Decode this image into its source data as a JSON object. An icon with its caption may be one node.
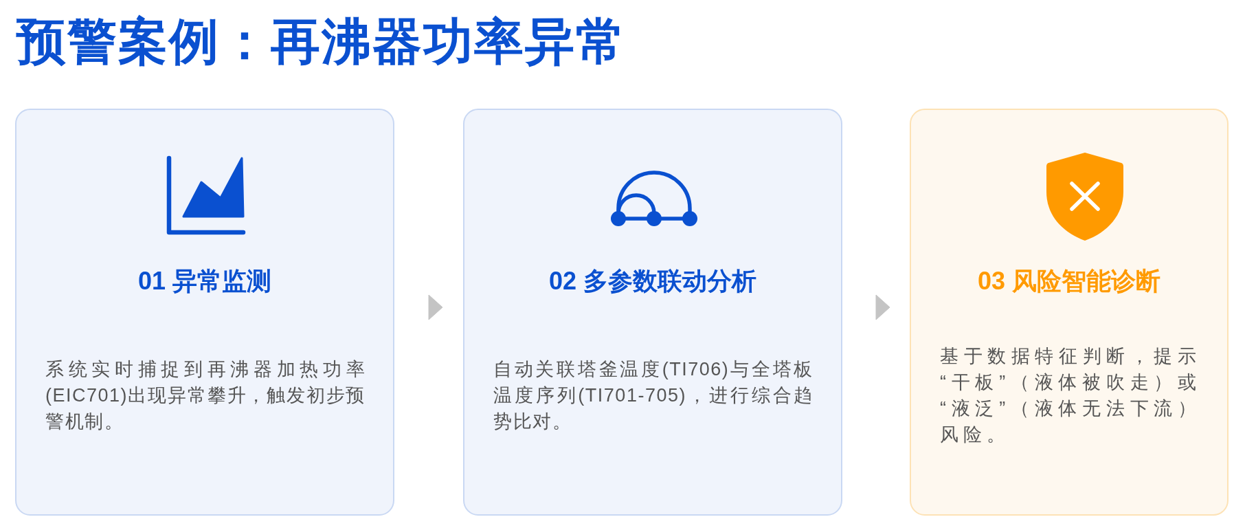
{
  "diagram": {
    "title": "预警案例：再沸器功率异常",
    "nodes": [
      {
        "text": [
          "01 异常监测",
          "系统实时捕捉到再沸器加热功率(EIC701)出现异常攀升，触发初步预警机制。"
        ]
      },
      {
        "text": [
          "02 多参数联动分析",
          "自动关联塔釜温度(TI706)与全塔板温度序列(TI701-705)，进行综合趋势比对。"
        ]
      },
      {
        "text": [
          "03 风险智能诊断",
          "基于数据特征判断，提示“干板”（液体被吹走）或“液泛”（液体无法下流）风险。"
        ]
      }
    ],
    "edges": [
      {
        "from": 0,
        "to": 1,
        "arrow": "to"
      },
      {
        "from": 1,
        "to": 2,
        "arrow": "to"
      }
    ]
  }
}
